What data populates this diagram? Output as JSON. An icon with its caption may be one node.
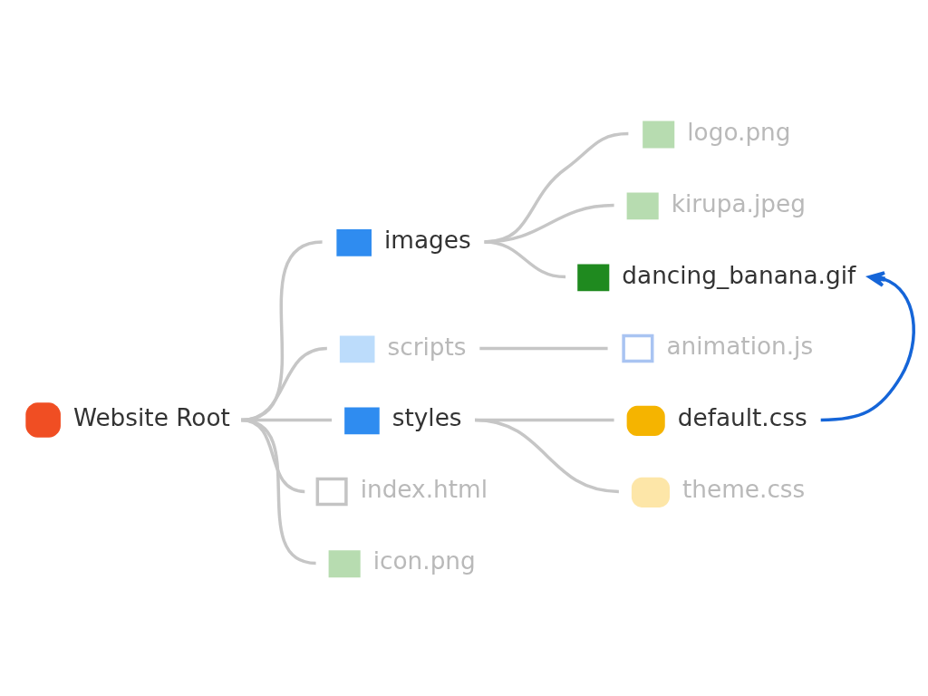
{
  "diagram": {
    "nodes": [
      {
        "text": [
          "Website Root"
        ]
      },
      {
        "text": [
          "images"
        ]
      },
      {
        "text": [
          "logo.png"
        ]
      },
      {
        "text": [
          "kirupa.jpeg"
        ]
      },
      {
        "text": [
          "dancing_banana.gif"
        ]
      },
      {
        "text": [
          "scripts"
        ]
      },
      {
        "text": [
          "animation.js"
        ]
      },
      {
        "text": [
          "styles"
        ]
      },
      {
        "text": [
          "default.css"
        ]
      },
      {
        "text": [
          "theme.css"
        ]
      },
      {
        "text": [
          "index.html"
        ]
      },
      {
        "text": [
          "icon.png"
        ]
      }
    ],
    "edges": [
      {
        "from": 0,
        "to": 1,
        "arrow": "none"
      },
      {
        "from": 1,
        "to": 2,
        "arrow": "none"
      },
      {
        "from": 1,
        "to": 3,
        "arrow": "none"
      },
      {
        "from": 1,
        "to": 4,
        "arrow": "none"
      },
      {
        "from": 0,
        "to": 5,
        "arrow": "none"
      },
      {
        "from": 5,
        "to": 6,
        "arrow": "none"
      },
      {
        "from": 0,
        "to": 7,
        "arrow": "none"
      },
      {
        "from": 7,
        "to": 8,
        "arrow": "none"
      },
      {
        "from": 7,
        "to": 9,
        "arrow": "none"
      },
      {
        "from": 0,
        "to": 10,
        "arrow": "none"
      },
      {
        "from": 0,
        "to": 11,
        "arrow": "none"
      },
      {
        "from": 8,
        "to": 4,
        "arrow": "to",
        "color": "#1565d8"
      }
    ]
  }
}
